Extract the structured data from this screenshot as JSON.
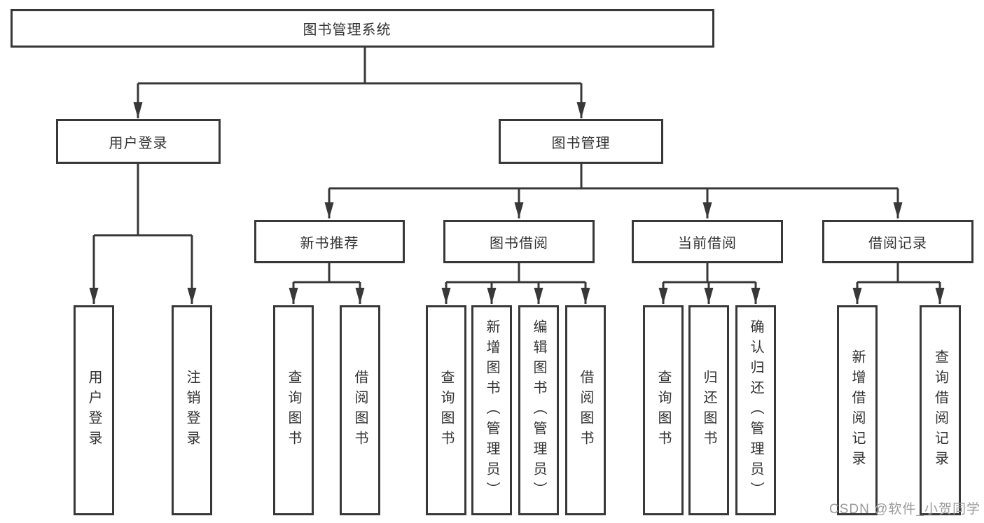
{
  "tree": {
    "root": {
      "label": "图书管理系统"
    },
    "branches": [
      {
        "label": "用户登录",
        "children": [
          "用户登录",
          "注销登录"
        ]
      },
      {
        "label": "图书管理",
        "sections": [
          {
            "label": "新书推荐",
            "children": [
              "查询图书",
              "借阅图书"
            ]
          },
          {
            "label": "图书借阅",
            "children": [
              "查询图书",
              "新增图书（管理员）",
              "编辑图书（管理员）",
              "借阅图书"
            ]
          },
          {
            "label": "当前借阅",
            "children": [
              "查询图书",
              "归还图书",
              "确认归还（管理员）"
            ]
          },
          {
            "label": "借阅记录",
            "children": [
              "新增借阅记录",
              "查询借阅记录"
            ]
          }
        ]
      }
    ]
  },
  "colors": {
    "line": "#383838",
    "text": "#333333",
    "box_background": "#ffffff",
    "watermark": "#9b9b9b"
  },
  "watermark": "CSDN @软件_小贺同学"
}
